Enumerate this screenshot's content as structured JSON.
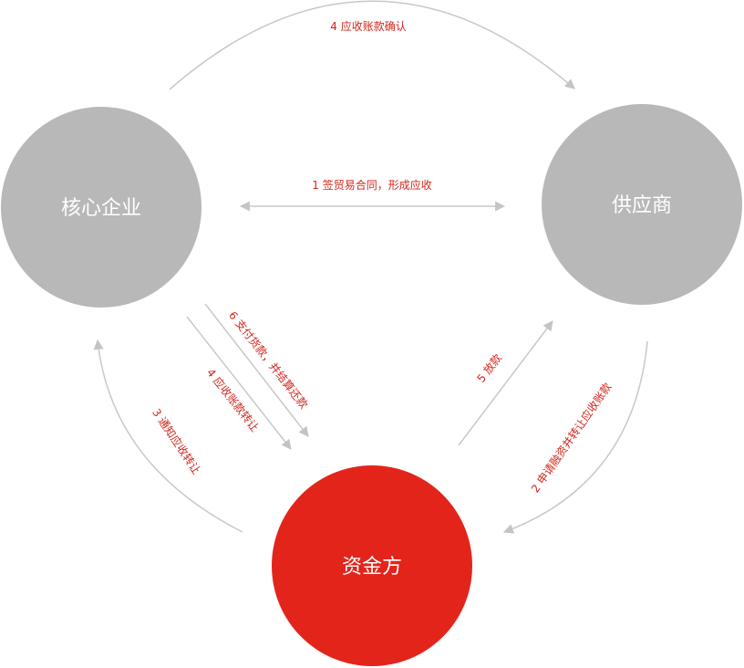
{
  "colors": {
    "node_gray": "#b8b8b8",
    "node_red": "#e3241b",
    "arrow": "#c8c8c8",
    "label_red": "#d1261c",
    "node_text": "#ffffff"
  },
  "nodes": {
    "core": "核心企业",
    "supplier": "供应商",
    "funder": "资金方"
  },
  "edges": {
    "sign_trade": "1 签贸易合同，形成应收",
    "apply_finance": "2 申请融资并转让应收账款",
    "notify_transfer": "3 通知应收转让",
    "confirm_receivable": "4 应收账款确认",
    "transfer_receivable": "4 应收账款转让",
    "loan": "5 放款",
    "pay_goods": "6 支付货款，并结算还款"
  }
}
